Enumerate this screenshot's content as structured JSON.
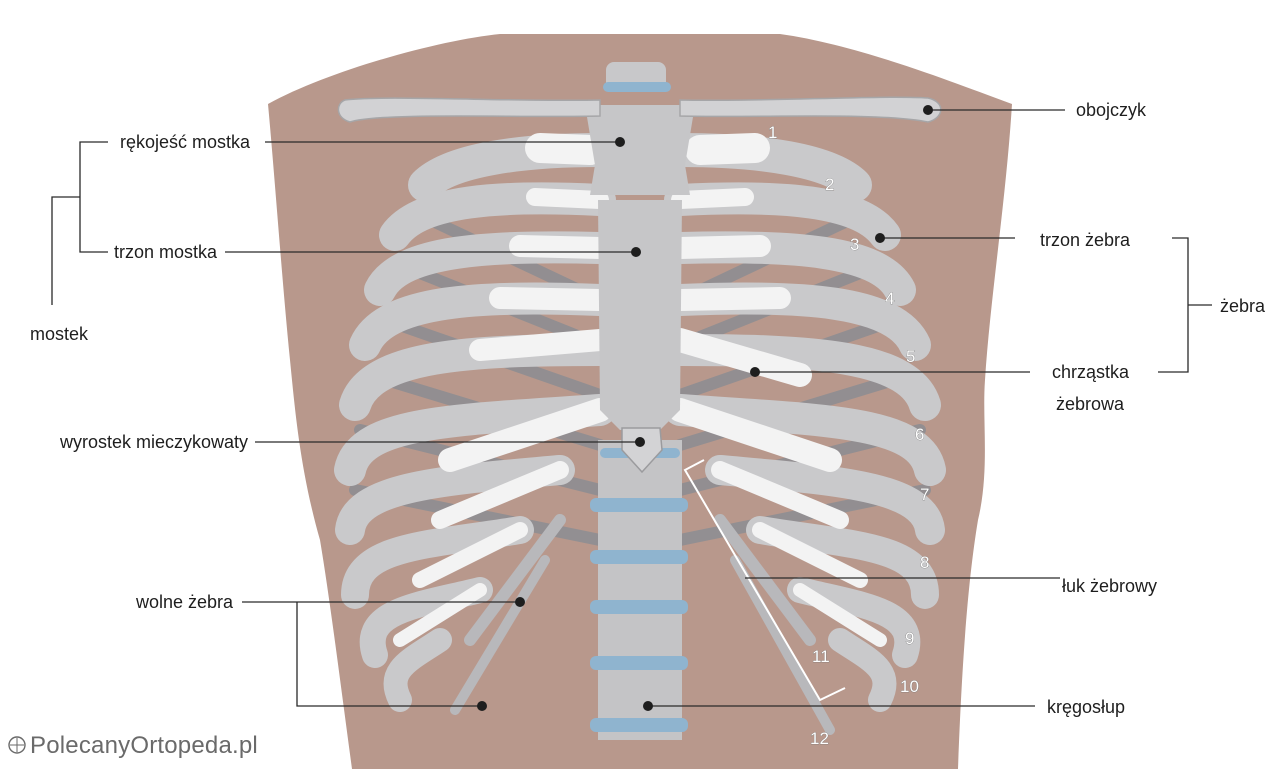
{
  "labels": {
    "obojczyk": "obojczyk",
    "rekojesc_mostka": "rękojeść mostka",
    "trzon_mostka": "trzon mostka",
    "mostek": "mostek",
    "trzon_zebra": "trzon żebra",
    "zebra": "żebra",
    "chrzastka_line1": "chrząstka",
    "chrzastka_line2": "żebrowa",
    "wyrostek_mieczykowaty": "wyrostek mieczykowaty",
    "luk_zebrowy": "łuk żebrowy",
    "wolne_zebra": "wolne żebra",
    "kregoslup": "kręgosłup"
  },
  "rib_numbers": [
    "1",
    "2",
    "3",
    "4",
    "5",
    "6",
    "7",
    "8",
    "9",
    "10",
    "11",
    "12"
  ],
  "watermark": {
    "text": "PolecanyOrtopeda.pl"
  },
  "colors": {
    "skin": "#b8988c",
    "bone": "#cfcfd0",
    "bone_dark": "#9e9ea1",
    "cartilage": "#f2f2f2",
    "disc": "#8fb4cf",
    "label_text": "#1e1e1e"
  }
}
